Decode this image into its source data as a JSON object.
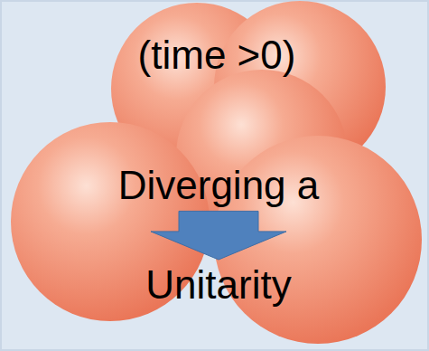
{
  "diagram": {
    "nodes": [
      {
        "text": [
          "Diverging a"
        ]
      },
      {
        "text": [
          "Unitarity"
        ]
      }
    ],
    "edges": [
      {
        "from": 0,
        "to": 1,
        "arrow": "to"
      }
    ],
    "labels": [
      "(time >0)"
    ]
  }
}
